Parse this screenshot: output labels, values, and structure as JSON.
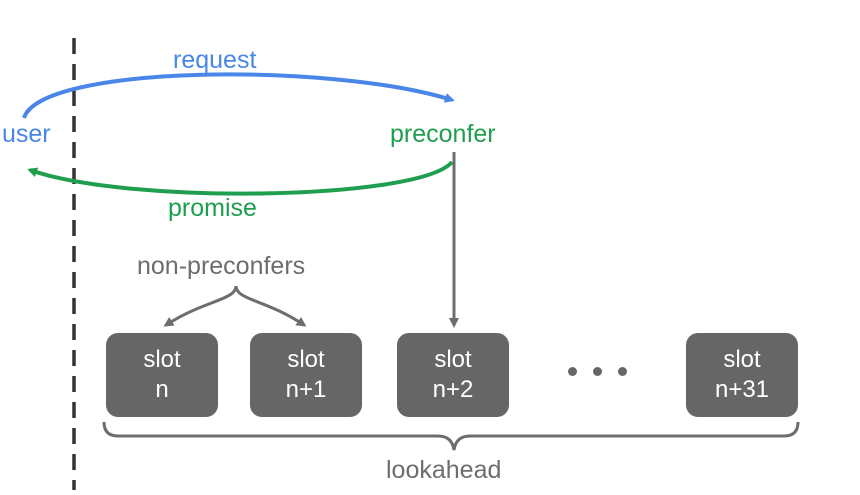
{
  "colors": {
    "user_blue": "#4a86e8",
    "preconfer_green": "#1f9e4f",
    "slot_fill": "#666666",
    "neutral": "#6d6d6d",
    "dashed": "#333333"
  },
  "labels": {
    "user": "user",
    "preconfer": "preconfer",
    "request": "request",
    "promise": "promise",
    "non_preconfers": "non-preconfers",
    "lookahead": "lookahead"
  },
  "slots": [
    {
      "line1": "slot",
      "line2": "n"
    },
    {
      "line1": "slot",
      "line2": "n+1"
    },
    {
      "line1": "slot",
      "line2": "n+2"
    },
    {
      "line1": "slot",
      "line2": "n+31"
    }
  ]
}
